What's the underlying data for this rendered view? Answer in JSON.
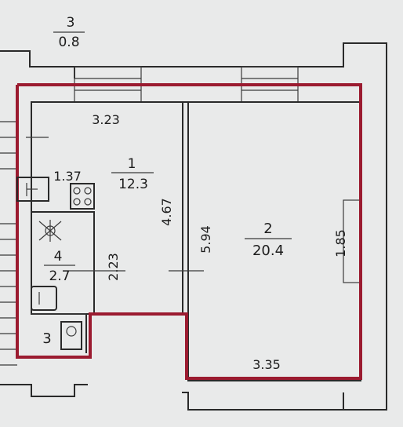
{
  "rooms": [
    {
      "number": "1",
      "area": "12.3"
    },
    {
      "number": "2",
      "area": "20.4"
    },
    {
      "number": "3",
      "area": "0.8"
    },
    {
      "number": "4",
      "area": "2.7"
    },
    {
      "number": "3"
    }
  ],
  "dimensions": {
    "room1_width": "3.23",
    "room1_height": "4.67",
    "room2_height": "5.94",
    "room2_width": "3.35",
    "room2_side": "1.85",
    "kitchen_width": "1.37",
    "kitchen_height": "2.23"
  },
  "colors": {
    "background": "#e9eaea",
    "wall": "#2a2a2a",
    "boundary": "#9b1b30"
  },
  "icons": [
    "stove-icon",
    "light-fixture-icon",
    "sink-icon",
    "toilet-icon",
    "bathtub-icon"
  ]
}
